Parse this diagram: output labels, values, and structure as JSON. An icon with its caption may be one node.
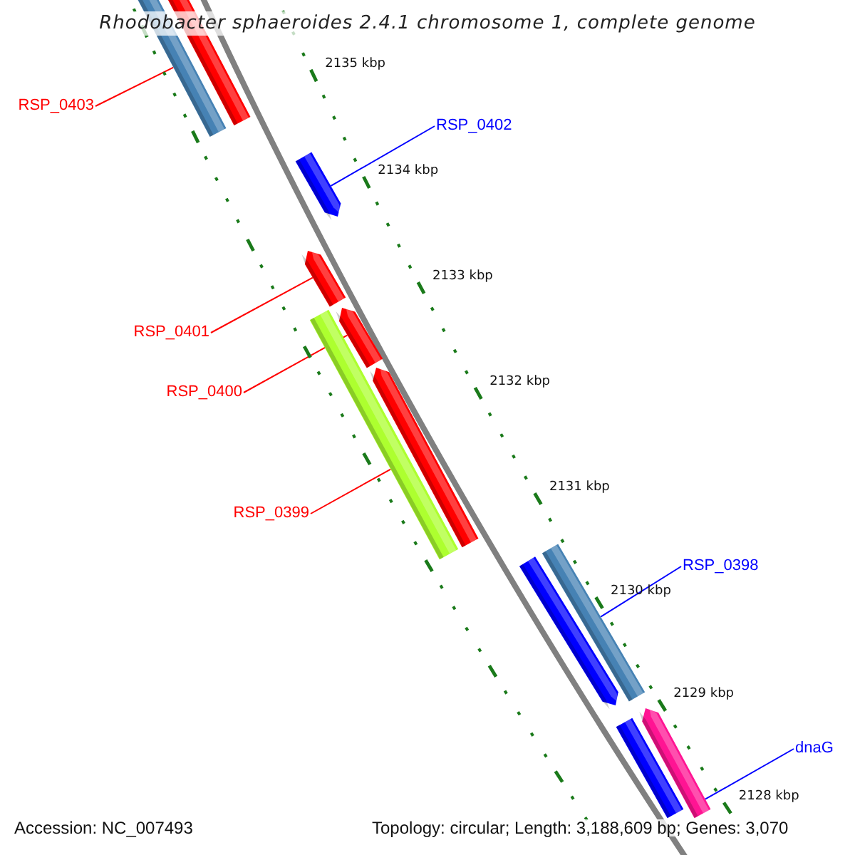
{
  "diagram": {
    "title": "Rhodobacter sphaeroides 2.4.1 chromosome 1, complete genome",
    "nodes": [
      {
        "text": [
          "RSP_0403"
        ]
      },
      {
        "text": [],
        "shape": "bar"
      },
      {
        "text": [
          "RSP_0402"
        ]
      },
      {
        "text": [],
        "shape": "bar"
      },
      {
        "text": [
          "RSP_0401"
        ]
      },
      {
        "text": [],
        "shape": "bar"
      },
      {
        "text": [
          "RSP_0400"
        ]
      },
      {
        "text": [],
        "shape": "bar"
      },
      {
        "text": [
          "RSP_0399"
        ]
      },
      {
        "text": [],
        "shape": "bar"
      },
      {
        "text": [
          "RSP_0398"
        ]
      },
      {
        "text": [],
        "shape": "bar"
      },
      {
        "text": [
          "dnaG"
        ]
      },
      {
        "text": [],
        "shape": "bar"
      }
    ],
    "edges": [
      {
        "from": 0,
        "to": 1,
        "arrow": "none"
      },
      {
        "from": 2,
        "to": 3,
        "arrow": "none",
        "color": "#0000ff"
      },
      {
        "from": 4,
        "to": 5,
        "arrow": "none"
      },
      {
        "from": 6,
        "to": 7,
        "arrow": "none"
      },
      {
        "from": 8,
        "to": 9,
        "arrow": "none"
      },
      {
        "from": 10,
        "to": 11,
        "arrow": "none",
        "color": "#0000ff"
      },
      {
        "from": 12,
        "to": 13,
        "arrow": "none",
        "color": "#0000ff"
      }
    ],
    "labels": [
      "2135 kbp",
      "2134 kbp",
      "2133 kbp",
      "2132 kbp",
      "2131 kbp",
      "2130 kbp",
      "2129 kbp",
      "2128 kbp",
      "Accession: NC_007493",
      "Topology: circular; Length: 3,188,609 bp; Genes: 3,070"
    ]
  }
}
